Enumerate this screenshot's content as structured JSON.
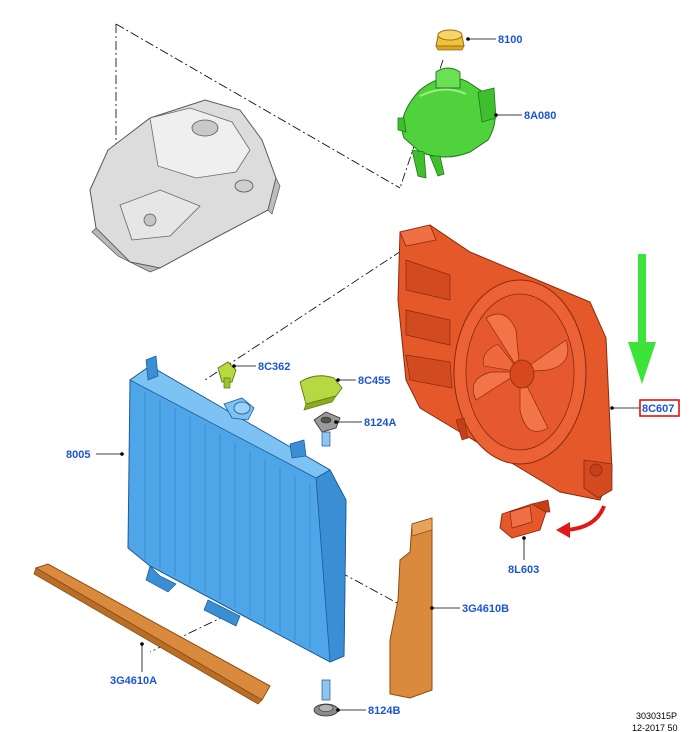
{
  "callouts": {
    "cap": "8100",
    "reservoir": "8A080",
    "sensor": "8C362",
    "shield": "8C455",
    "mount_upper": "8124A",
    "radiator": "8005",
    "fan_shroud": "8C607",
    "resistor": "8L603",
    "seal_right": "3G4610B",
    "seal_bottom": "3G4610A",
    "mount_lower": "8124B"
  },
  "footer": {
    "ref": "3030315P",
    "date": "12-2017 50"
  },
  "colors": {
    "callout_text": "#1a55d6",
    "highlight_box": "#e01010",
    "radiator": "#4aa3e6",
    "fan_shroud": "#e4582a",
    "reservoir": "#52d23a",
    "cap": "#f0c23a",
    "seal": "#d98a3c",
    "arrow_green": "#3ce43a",
    "arrow_red": "#e01818",
    "bracket": "#d8d8d8"
  },
  "icons": {
    "direction_arrow": "down-arrow-icon",
    "rotation_arrow": "curved-arrow-icon"
  }
}
